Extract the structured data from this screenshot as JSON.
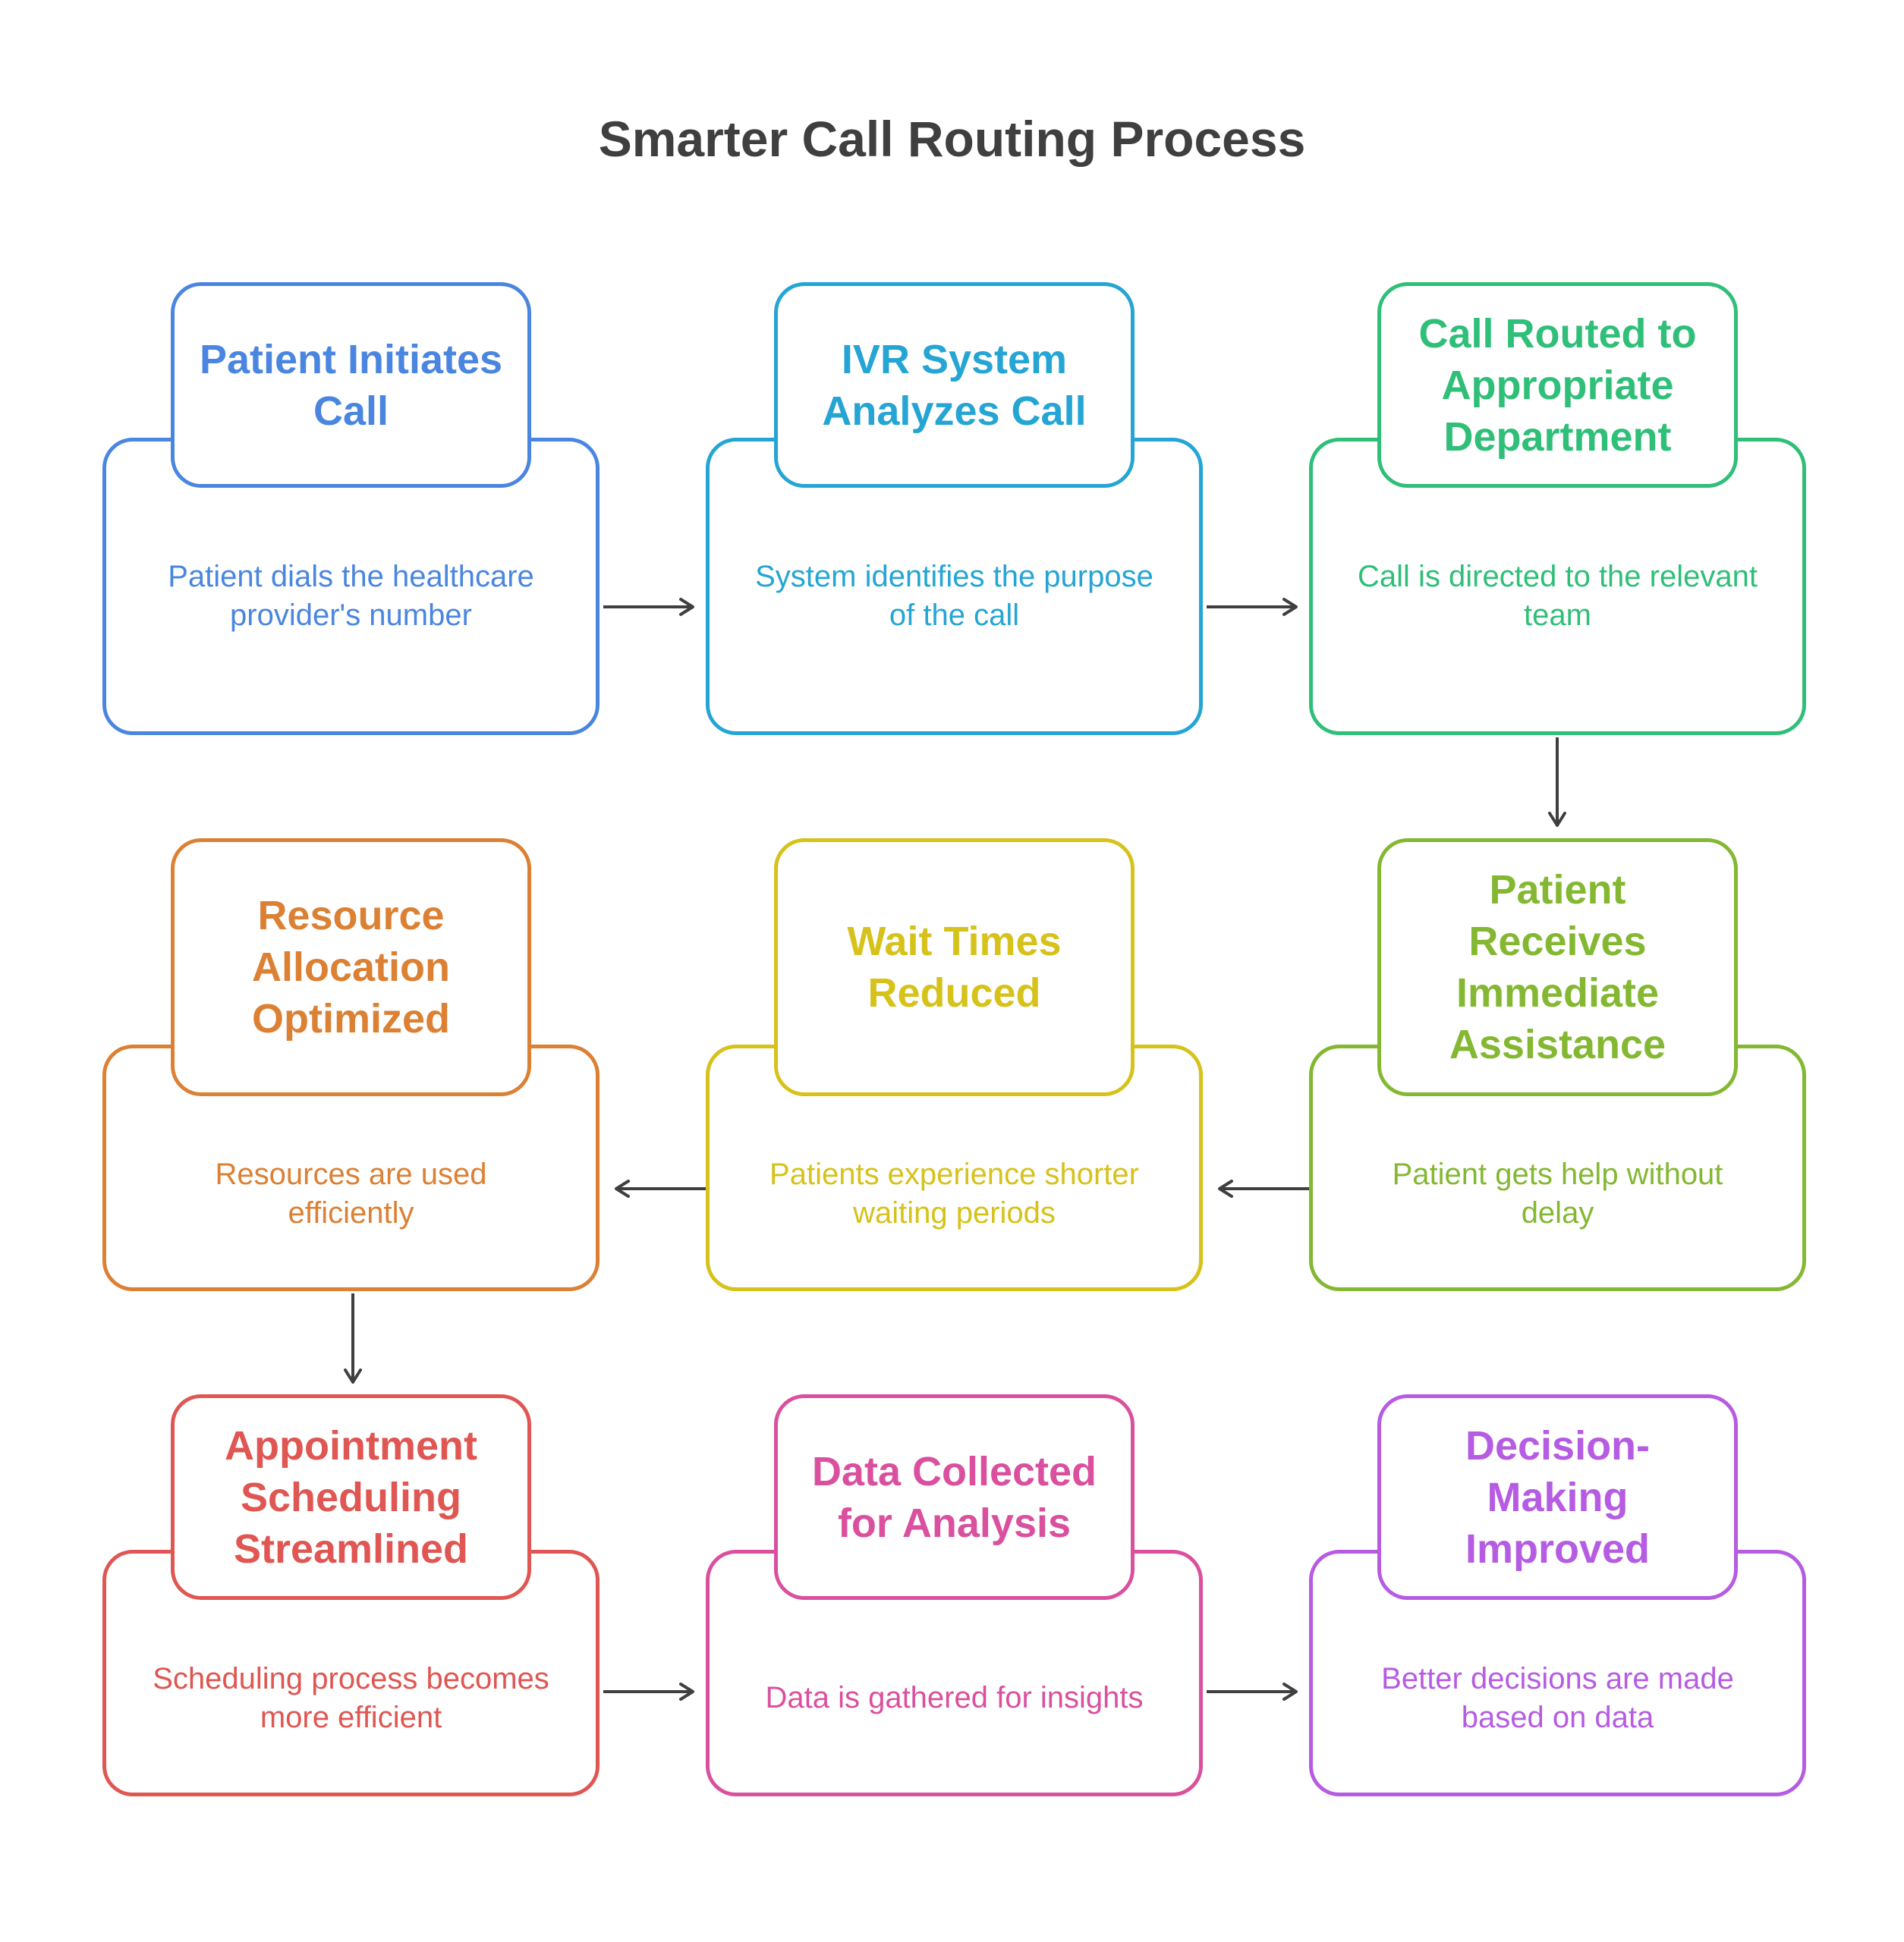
{
  "title": "Smarter Call Routing Process",
  "nodes": [
    {
      "title": "Patient Initiates Call",
      "description": "Patient dials the healthcare provider's number",
      "color": "#4a86e0"
    },
    {
      "title": "IVR System Analyzes Call",
      "description": "System identifies the purpose of the call",
      "color": "#25a5d4"
    },
    {
      "title": "Call Routed to Appropriate Department",
      "description": "Call is directed to the relevant team",
      "color": "#2fbf78"
    },
    {
      "title": "Patient Receives Immediate Assistance",
      "description": "Patient gets help without delay",
      "color": "#84b832"
    },
    {
      "title": "Wait Times Reduced",
      "description": "Patients experience shorter waiting periods",
      "color": "#d6c21b"
    },
    {
      "title": "Resource Allocation Optimized",
      "description": "Resources are used efficiently",
      "color": "#dc8033"
    },
    {
      "title": "Appointment Scheduling Streamlined",
      "description": "Scheduling process becomes more efficient",
      "color": "#df5652"
    },
    {
      "title": "Data Collected for Analysis",
      "description": "Data is gathered for insights",
      "color": "#da509e"
    },
    {
      "title": "Decision-Making Improved",
      "description": "Better decisions are made based on data",
      "color": "#b65ce2"
    }
  ],
  "arrow_color": "#3f3f3f"
}
